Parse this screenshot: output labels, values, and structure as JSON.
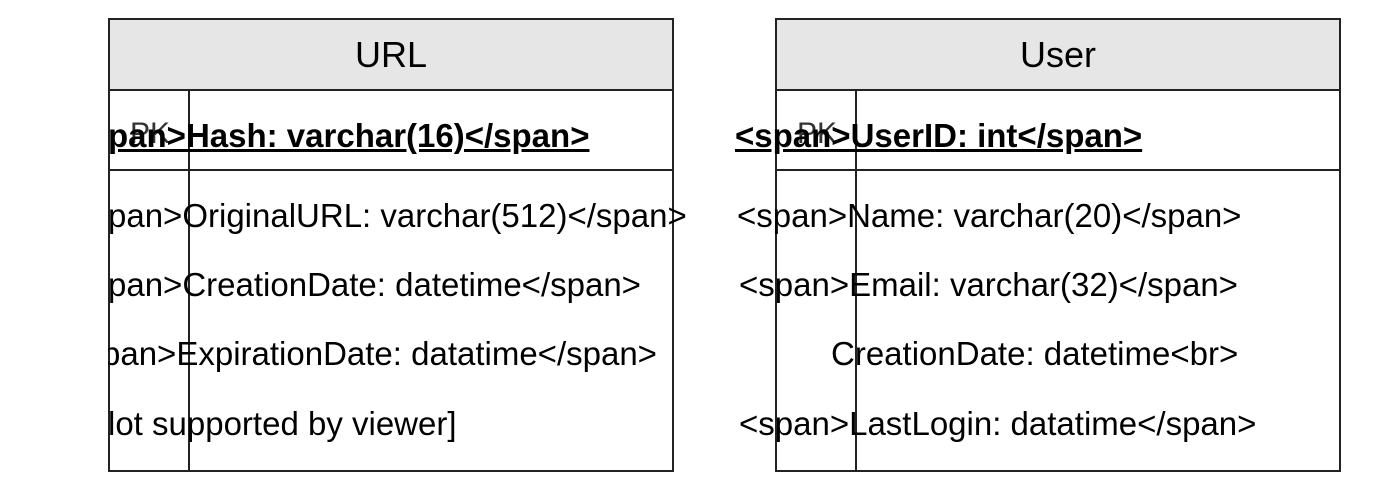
{
  "entities": {
    "url": {
      "title": "URL",
      "pk_label": "PK",
      "pk_field": "pan>Hash: varchar(16)</span>",
      "attributes": [
        "pan>OriginalURL: varchar(512)</span>",
        "pan>CreationDate: datetime</span>",
        "pan>ExpirationDate: datatime</span>",
        "lot supported by viewer]"
      ]
    },
    "user": {
      "title": "User",
      "pk_label": "PK",
      "pk_field": "<span>UserID: int</span>",
      "attributes": [
        "<span>Name: varchar(20)</span>",
        "<span>Email: varchar(32)</span>",
        "CreationDate: datetime<br>",
        "<span>LastLogin: datatime</span>"
      ]
    }
  },
  "colors": {
    "header_fill": "#e6e6e6",
    "border": "#222222",
    "text": "#000000"
  }
}
